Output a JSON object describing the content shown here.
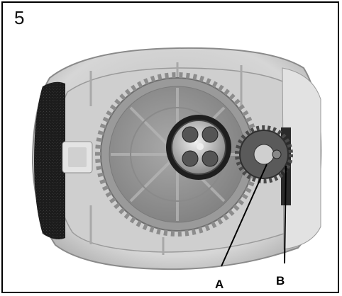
{
  "figure": {
    "step_number": "5",
    "callouts": {
      "a": "A",
      "b": "B"
    },
    "colors": {
      "border": "#000000",
      "housing": "#c8c8c8",
      "gear": "#8e8e8e",
      "felt": "#1a1a1a"
    }
  }
}
